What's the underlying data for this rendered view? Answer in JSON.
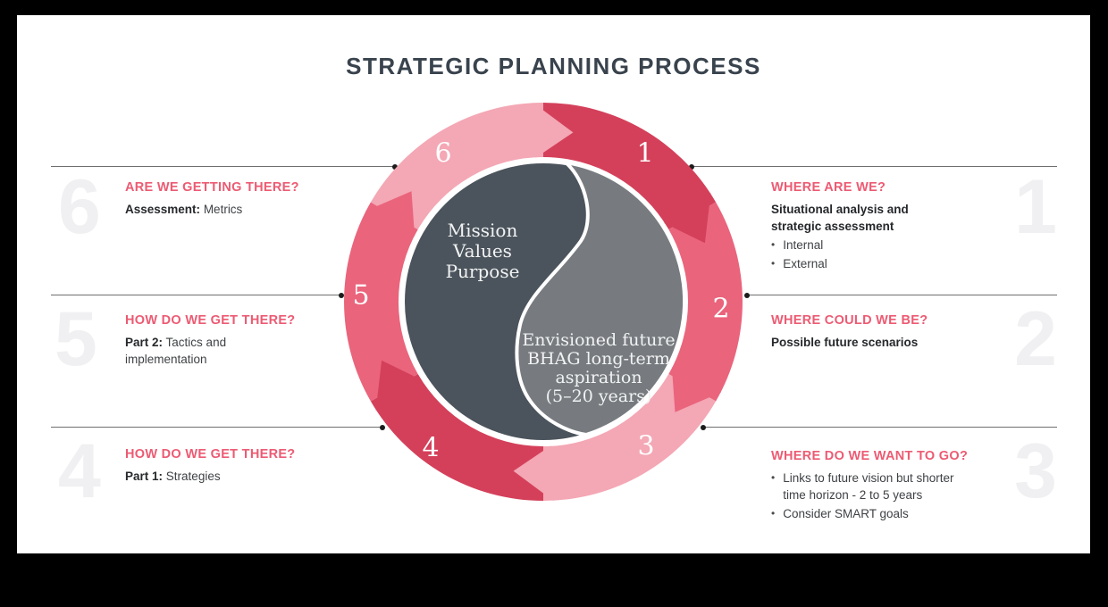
{
  "title": "STRATEGIC PLANNING PROCESS",
  "ui": {
    "bullet_char": "•"
  },
  "colors": {
    "title": "#39434d",
    "heading": "#ec5b73",
    "ghost": "#f0eff1",
    "line": "#6f6f6f",
    "dot": "#1c1c1c",
    "dark": "#4b545c",
    "gray": "#777b7f",
    "crimson": "#d4405a",
    "rose": "#ea647c",
    "pink": "#f4a7b4"
  },
  "circle": {
    "mission": [
      "Mission",
      "Values",
      "Purpose"
    ],
    "vision": [
      "Envisioned future",
      "BHAG long-term",
      "aspiration",
      "(5–20 years)"
    ]
  },
  "ring": {
    "segments": [
      {
        "label": "1",
        "color": "#d4405a"
      },
      {
        "label": "2",
        "color": "#ea647c"
      },
      {
        "label": "3",
        "color": "#f4a7b4"
      },
      {
        "label": "4",
        "color": "#d4405a"
      },
      {
        "label": "5",
        "color": "#ea647c"
      },
      {
        "label": "6",
        "color": "#f4a7b4"
      }
    ]
  },
  "sections": {
    "s1": {
      "ghost": "1",
      "heading": "WHERE ARE WE?",
      "body_bold_l1": "Situational analysis and",
      "body_bold_l2": "strategic assessment",
      "bullets": [
        "Internal",
        "External"
      ]
    },
    "s2": {
      "ghost": "2",
      "heading": "WHERE COULD WE BE?",
      "body": "Possible future scenarios"
    },
    "s3": {
      "ghost": "3",
      "heading": "WHERE DO WE WANT TO GO?",
      "bullet1_l1": "Links to future vision but shorter",
      "bullet1_l2": "time horizon - 2 to 5 years",
      "bullet2": "Consider SMART goals"
    },
    "s4": {
      "ghost": "4",
      "heading": "HOW DO WE GET THERE?",
      "prefix": "Part 1:",
      "rest": "Strategies"
    },
    "s5": {
      "ghost": "5",
      "heading": "HOW DO WE GET THERE?",
      "prefix": "Part 2:",
      "rest": "Tactics and",
      "line2": "implementation"
    },
    "s6": {
      "ghost": "6",
      "heading": "ARE WE GETTING THERE?",
      "prefix": "Assessment:",
      "rest": "Metrics"
    }
  }
}
